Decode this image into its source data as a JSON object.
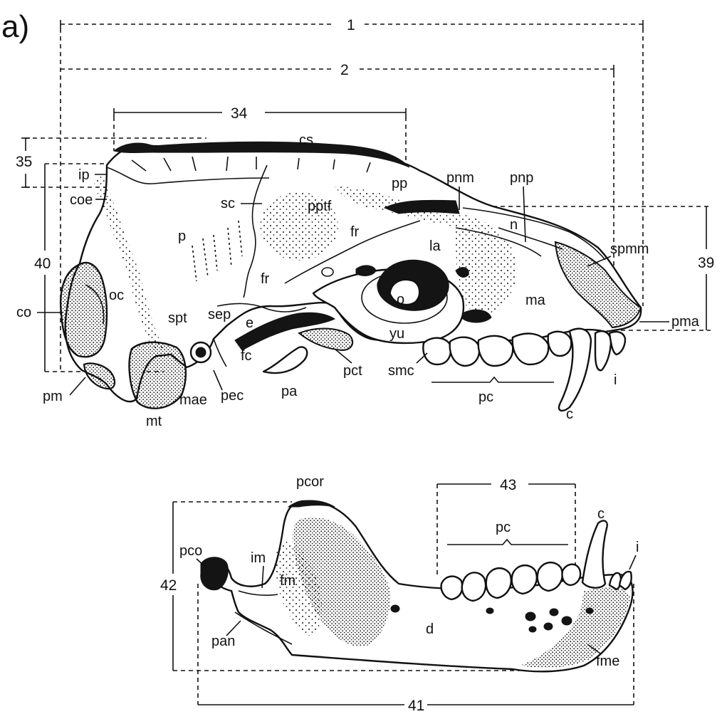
{
  "panel_letter": "a)",
  "measurements": {
    "m1": "1",
    "m2": "2",
    "m34": "34",
    "m35": "35",
    "m40": "40",
    "m39": "39",
    "m43": "43",
    "m42": "42",
    "m41": "41"
  },
  "skull_labels": {
    "cs": "cs",
    "ip": "ip",
    "coe": "coe",
    "sc": "sc",
    "pptf": "pptf",
    "pp": "pp",
    "pnm": "pnm",
    "pnp": "pnp",
    "p": "p",
    "fr1": "fr",
    "fr2": "fr",
    "n": "n",
    "spmm": "spmm",
    "la": "la",
    "oc": "oc",
    "co": "co",
    "spt": "spt",
    "sep": "sep",
    "e": "e",
    "o": "o",
    "ma": "ma",
    "pma": "pma",
    "yu": "yu",
    "fc": "fc",
    "pct": "pct",
    "smc": "smc",
    "pa": "pa",
    "pm": "pm",
    "mae": "mae",
    "pec": "pec",
    "mt": "mt",
    "pc": "pc",
    "i": "i",
    "c": "c"
  },
  "mandible_labels": {
    "pcor": "pcor",
    "pc": "pc",
    "c": "c",
    "i": "i",
    "pco": "pco",
    "im": "im",
    "fm": "fm",
    "d": "d",
    "pan": "pan",
    "fme": "fme"
  }
}
